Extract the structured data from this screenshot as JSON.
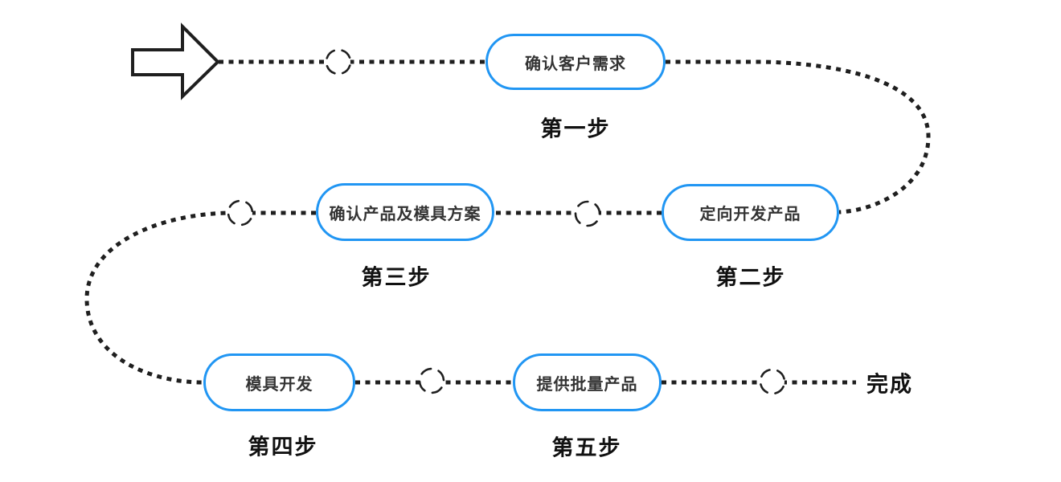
{
  "colors": {
    "background": "#ffffff",
    "box_border": "#2196F3",
    "box_text": "#333333",
    "line": "#1f1f1f",
    "step_text": "#111111"
  },
  "flow": {
    "finish": "完成",
    "steps": [
      {
        "box": "确认客户需求",
        "step": "第一步"
      },
      {
        "box": "定向开发产品",
        "step": "第二步"
      },
      {
        "box": "确认产品及模具方案",
        "step": "第三步"
      },
      {
        "box": "模具开发",
        "step": "第四步"
      },
      {
        "box": "提供批量产品",
        "step": "第五步"
      }
    ],
    "icons": {
      "start": "block-arrow-right",
      "connector_node": "dashed-circle",
      "connector_line": "dotted-line"
    }
  }
}
